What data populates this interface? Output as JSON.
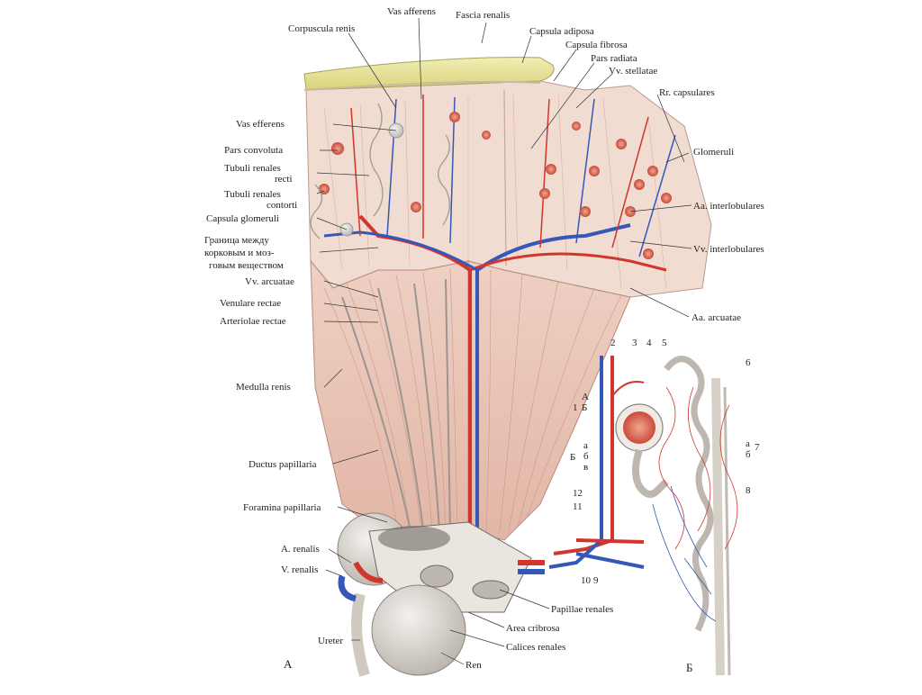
{
  "figure": {
    "panel_a_letter": "A",
    "panel_b_letter": "Б"
  },
  "labels_left": [
    "Corpuscula renis",
    "Vas afferens",
    "Vas efferens",
    "Pars convoluta",
    "Tubuli renales",
    "recti",
    "Tubuli renales",
    "contorti",
    "Capsula glomeruli",
    "Граница между",
    "корковым и моз-",
    "говым веществом",
    "Vv. arcuatae",
    "Venulare rectae",
    "Arteriolae rectae",
    "Medulla renis",
    "Ductus papillaria",
    "Foramina papillaria",
    "A. renalis",
    "V. renalis",
    "Ureter"
  ],
  "labels_top": [
    "Fascia renalis",
    "Capsula adiposa",
    "Capsula fibrosa",
    "Pars radiata",
    "Vv. stellatae",
    "Rr. capsulares"
  ],
  "labels_right": [
    "Glomeruli",
    "Aa. interlobulares",
    "Vv. interlobulares",
    "Aa. arcuatae",
    "Papillae renales",
    "Area cribrosa",
    "Calices renales",
    "Ren"
  ],
  "labels_b": {
    "n1": "1",
    "n1a": "А",
    "n1b": "Б",
    "n2": "2",
    "n3": "3",
    "n4": "4",
    "n5": "5",
    "n6": "6",
    "n7": "7",
    "n7a": "а",
    "n7b": "б",
    "n8": "8",
    "n9": "9",
    "n10": "10",
    "n11": "11",
    "n12": "12",
    "nB": "Б",
    "nBa": "а",
    "nBb": "б",
    "nBv": "в"
  },
  "colors": {
    "artery": "#d2352b",
    "vein": "#3457b8",
    "fat": "#e7e39a",
    "tissue": "#efd2c7",
    "medulla": "#e9c3b5",
    "calyx": "#e8e4df"
  }
}
